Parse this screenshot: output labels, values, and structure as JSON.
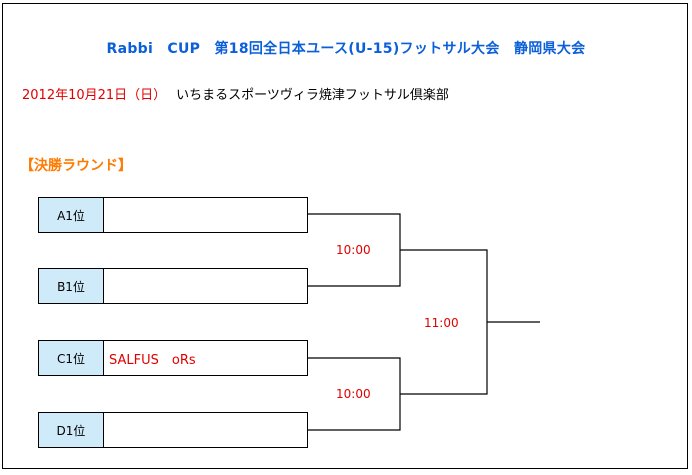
{
  "header": {
    "title": "Rabbi　CUP　第18回全日本ユース(U-15)フットサル大会　静岡県大会",
    "date": "2012年10月21日（日）",
    "venue": "いちまるスポーツヴィラ焼津フットサル倶楽部"
  },
  "section": {
    "label": "【決勝ラウンド】"
  },
  "bracket": {
    "seeds": [
      {
        "label": "A1位",
        "team": ""
      },
      {
        "label": "B1位",
        "team": ""
      },
      {
        "label": "C1位",
        "team": "SALFUS　oRs"
      },
      {
        "label": "D1位",
        "team": ""
      }
    ],
    "match_times": {
      "semi_top": "10:00",
      "final": "11:00",
      "semi_bottom": "10:00"
    }
  }
}
